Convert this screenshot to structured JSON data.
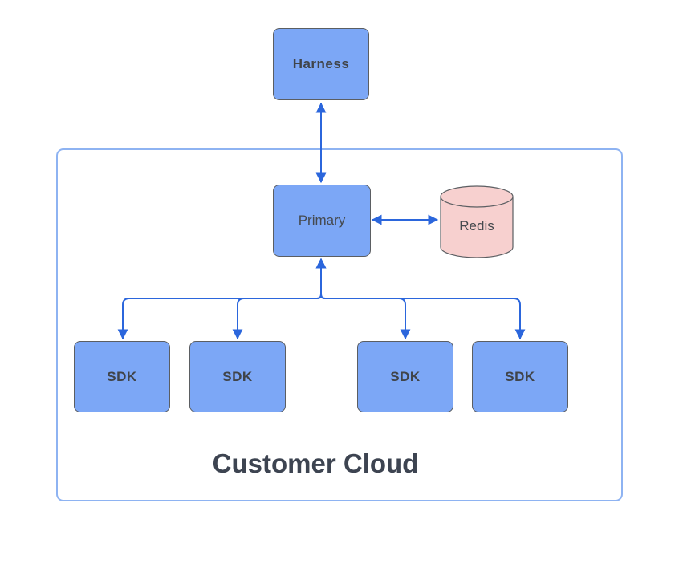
{
  "diagram": {
    "nodes": {
      "harness": {
        "label": "Harness"
      },
      "primary": {
        "label": "Primary"
      },
      "redis": {
        "label": "Redis"
      }
    },
    "sdk_labels": [
      "SDK",
      "SDK",
      "SDK",
      "SDK"
    ],
    "container": {
      "label": "Customer Cloud"
    },
    "colors": {
      "node_fill": "#7CA7F6",
      "node_border": "#5B5E62",
      "redis_fill": "#F7D0CF",
      "connector": "#2B66DC",
      "container_border": "#8EB3F2",
      "node_text": "#45494E",
      "container_text": "#3D4451"
    }
  }
}
